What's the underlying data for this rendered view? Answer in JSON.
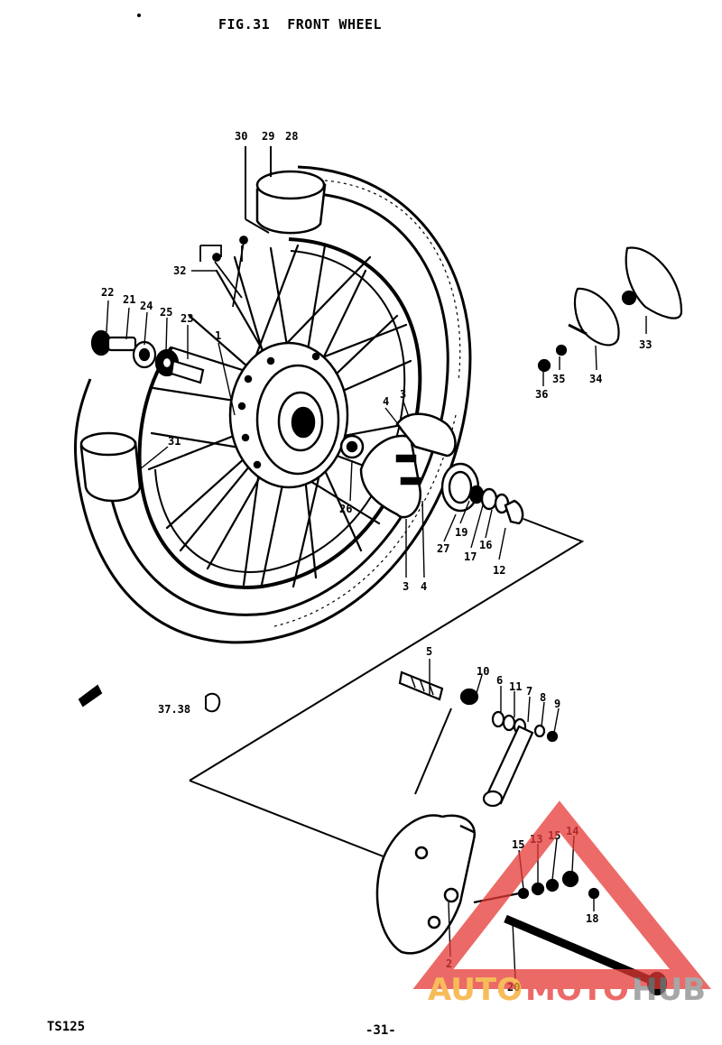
{
  "figure_title": "FIG.31  FRONT WHEEL",
  "model_code": "TS125",
  "page_number": "-31-",
  "callouts": [
    {
      "id": "c30",
      "text": "30"
    },
    {
      "id": "c29",
      "text": "29"
    },
    {
      "id": "c28",
      "text": "28"
    },
    {
      "id": "c32",
      "text": "32"
    },
    {
      "id": "c22",
      "text": "22"
    },
    {
      "id": "c21",
      "text": "21"
    },
    {
      "id": "c24",
      "text": "24"
    },
    {
      "id": "c25",
      "text": "25"
    },
    {
      "id": "c23",
      "text": "23"
    },
    {
      "id": "c1",
      "text": "1"
    },
    {
      "id": "c31",
      "text": "31"
    },
    {
      "id": "c4a",
      "text": "4"
    },
    {
      "id": "c3a",
      "text": "3"
    },
    {
      "id": "c26",
      "text": "26"
    },
    {
      "id": "c3b",
      "text": "3"
    },
    {
      "id": "c4b",
      "text": "4"
    },
    {
      "id": "c27",
      "text": "27"
    },
    {
      "id": "c19",
      "text": "19"
    },
    {
      "id": "c17",
      "text": "17"
    },
    {
      "id": "c16",
      "text": "16"
    },
    {
      "id": "c12",
      "text": "12"
    },
    {
      "id": "c33",
      "text": "33"
    },
    {
      "id": "c34",
      "text": "34"
    },
    {
      "id": "c35",
      "text": "35"
    },
    {
      "id": "c36",
      "text": "36"
    },
    {
      "id": "c5",
      "text": "5"
    },
    {
      "id": "c10",
      "text": "10"
    },
    {
      "id": "c6",
      "text": "6"
    },
    {
      "id": "c11",
      "text": "11"
    },
    {
      "id": "c7",
      "text": "7"
    },
    {
      "id": "c8",
      "text": "8"
    },
    {
      "id": "c9",
      "text": "9"
    },
    {
      "id": "c3738",
      "text": "37.38"
    },
    {
      "id": "c15a",
      "text": "15"
    },
    {
      "id": "c13",
      "text": "13"
    },
    {
      "id": "c15b",
      "text": "15"
    },
    {
      "id": "c14",
      "text": "14"
    },
    {
      "id": "c18",
      "text": "18"
    },
    {
      "id": "c2",
      "text": "2"
    },
    {
      "id": "c20",
      "text": "20"
    }
  ],
  "watermark": {
    "text_part1": "AUTO",
    "text_part2": "MOTO",
    "text_part3": "HUB",
    "colors": {
      "red": "#e53935",
      "orange": "#f5a623",
      "gray": "#8a8a8a"
    }
  }
}
